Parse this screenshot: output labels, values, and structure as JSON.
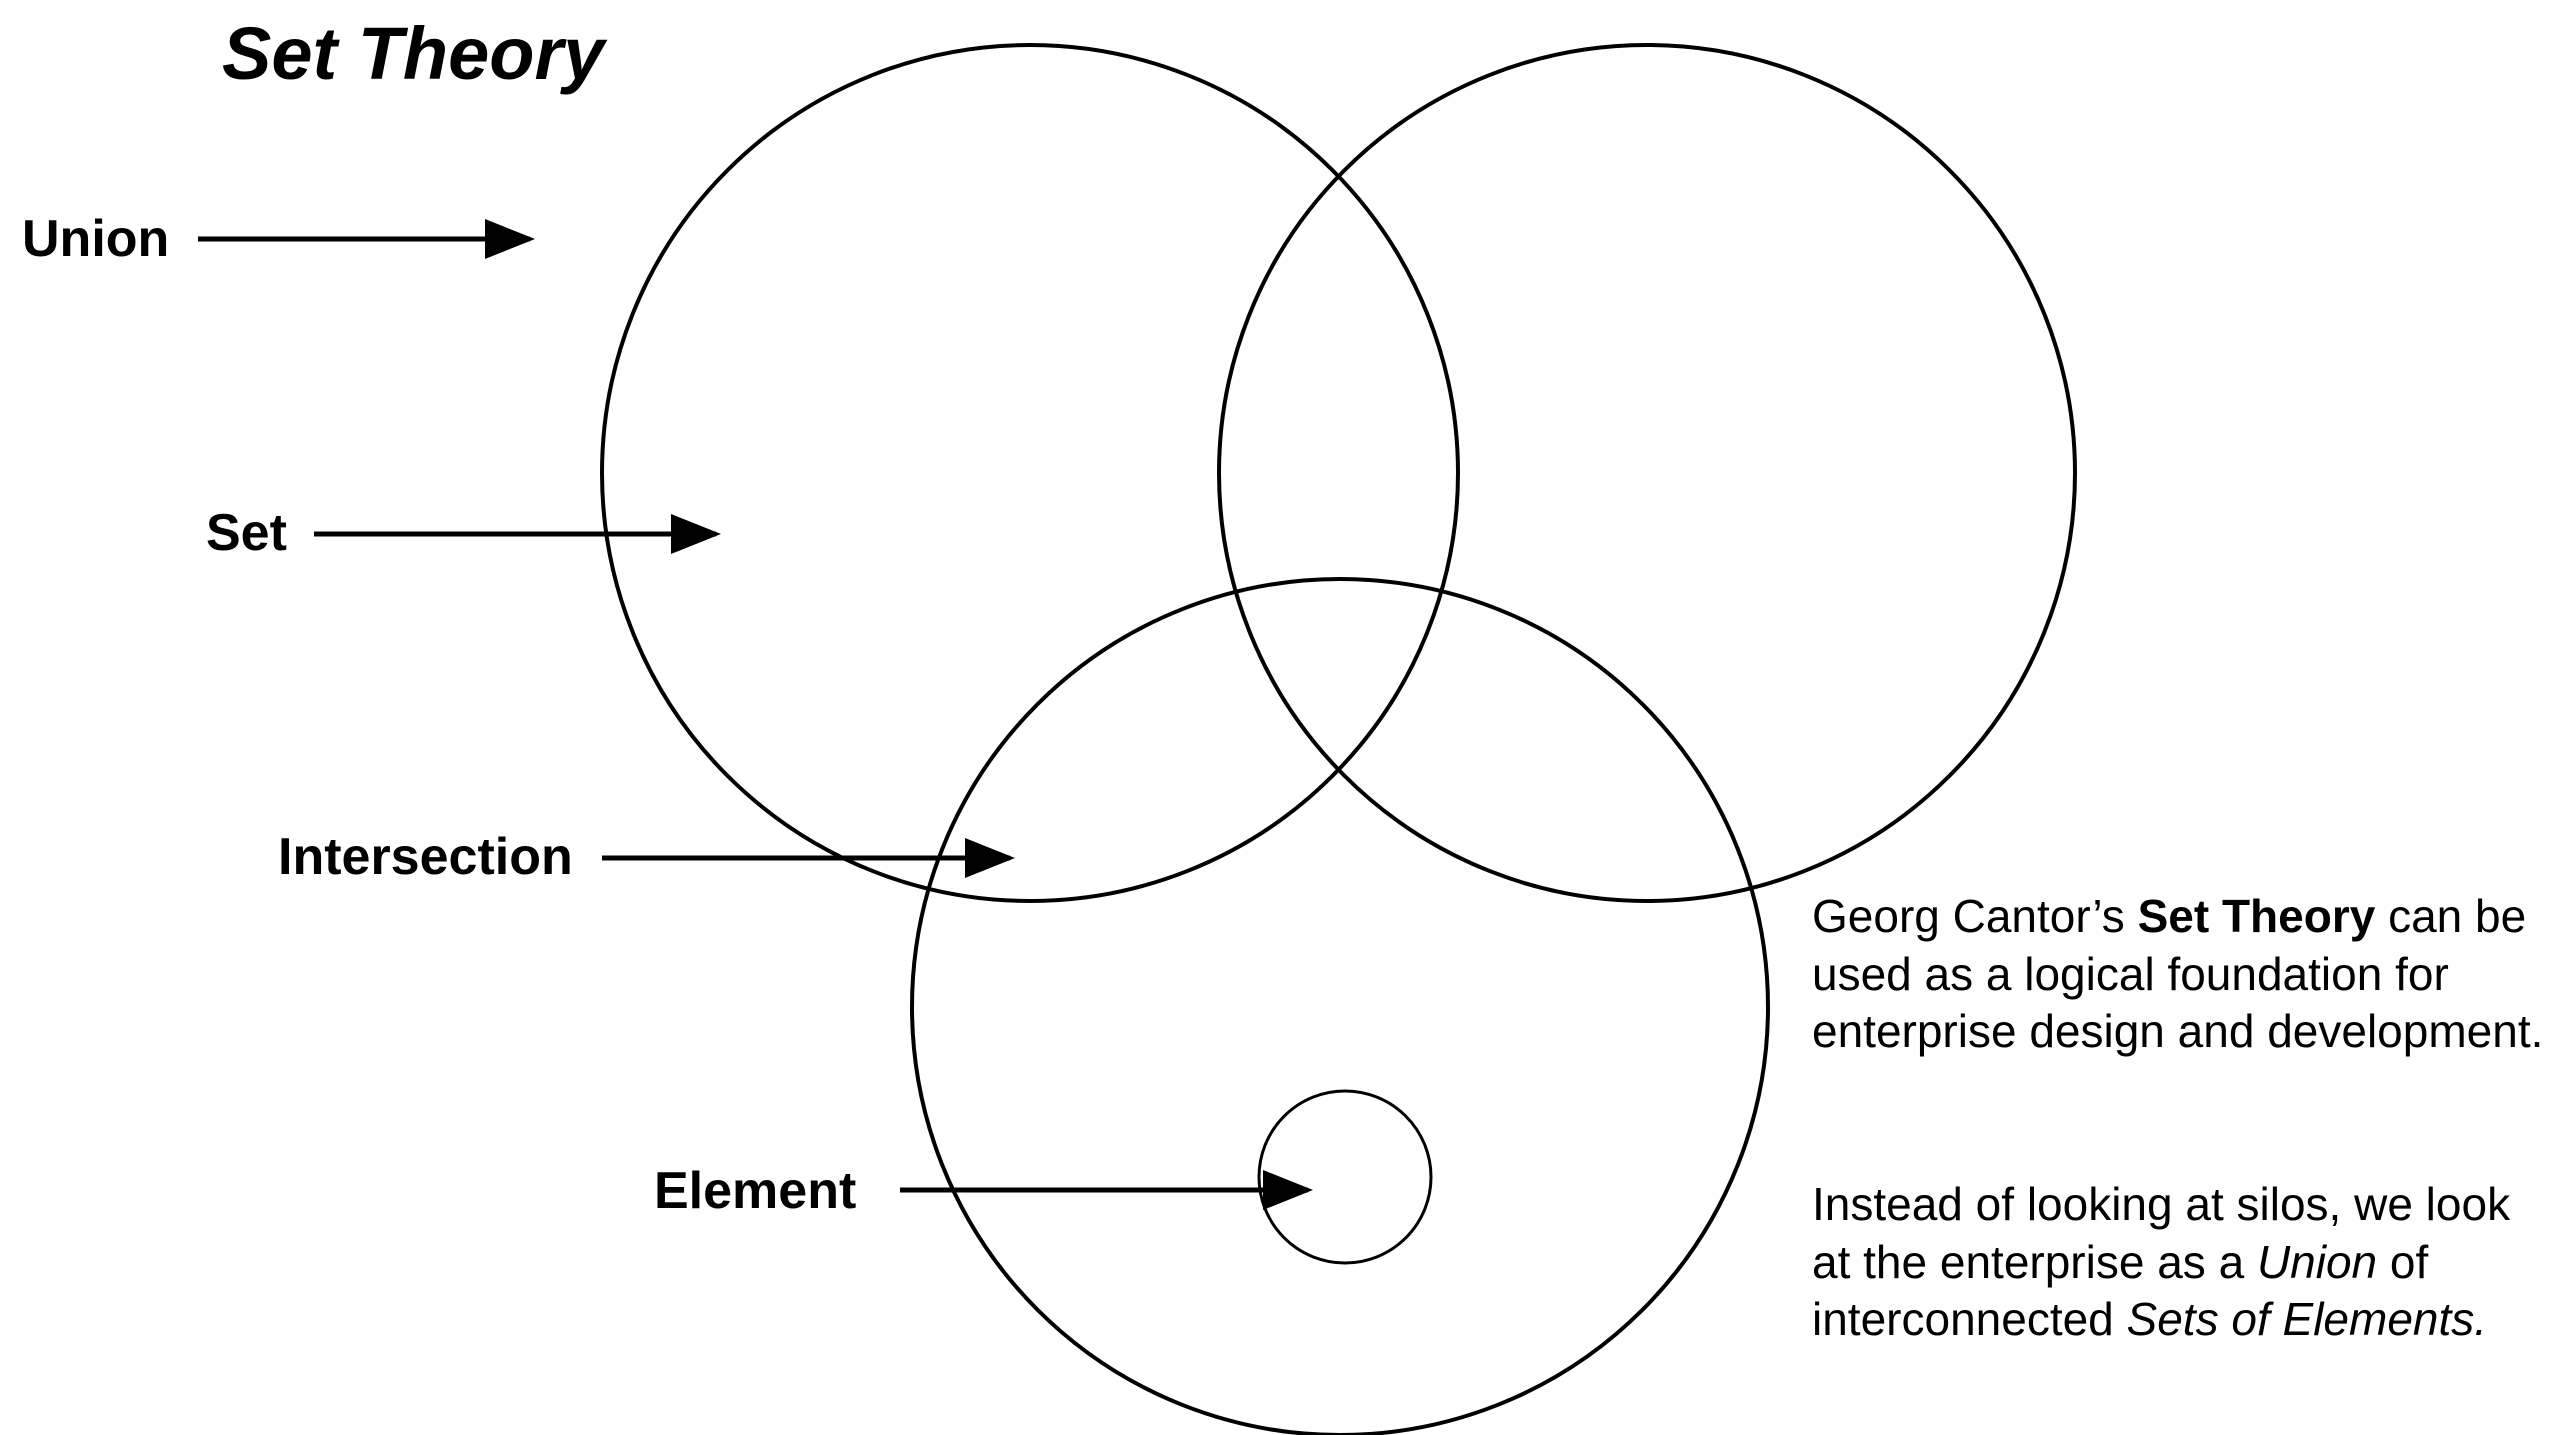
{
  "title": "Set Theory",
  "labels": {
    "union": "Union",
    "set": "Set",
    "intersection": "Intersection",
    "element": "Element"
  },
  "description": {
    "p1": {
      "a": "Georg Cantor’s ",
      "b": "Set Theory",
      "c": " can be used as a logical foundation for enterprise design and development."
    },
    "p2": {
      "a": "Instead of looking at silos, we look at the enterprise as a ",
      "b": "Union",
      "c": " of interconnected ",
      "d": "Sets of Elements."
    }
  },
  "colors": {
    "ink": "#000000",
    "background": "#ffffff"
  }
}
